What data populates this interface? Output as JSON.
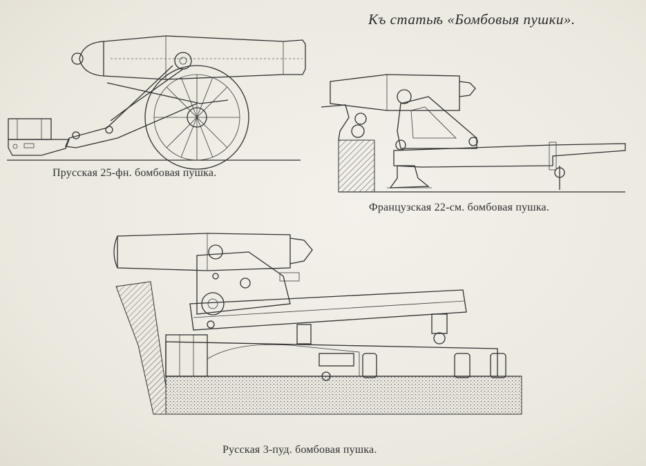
{
  "plate": {
    "title": "Къ статьѣ «Бомбовыя пушки»."
  },
  "figures": [
    {
      "caption": "Прусская 25-фн. бомбовая пушка."
    },
    {
      "caption": "Французская 22-см. бомбовая пушка."
    },
    {
      "caption": "Русская 3-пуд. бомбовая пушка."
    }
  ],
  "colors": {
    "paper": "#eeebe3",
    "ink": "#2f2f2f"
  }
}
